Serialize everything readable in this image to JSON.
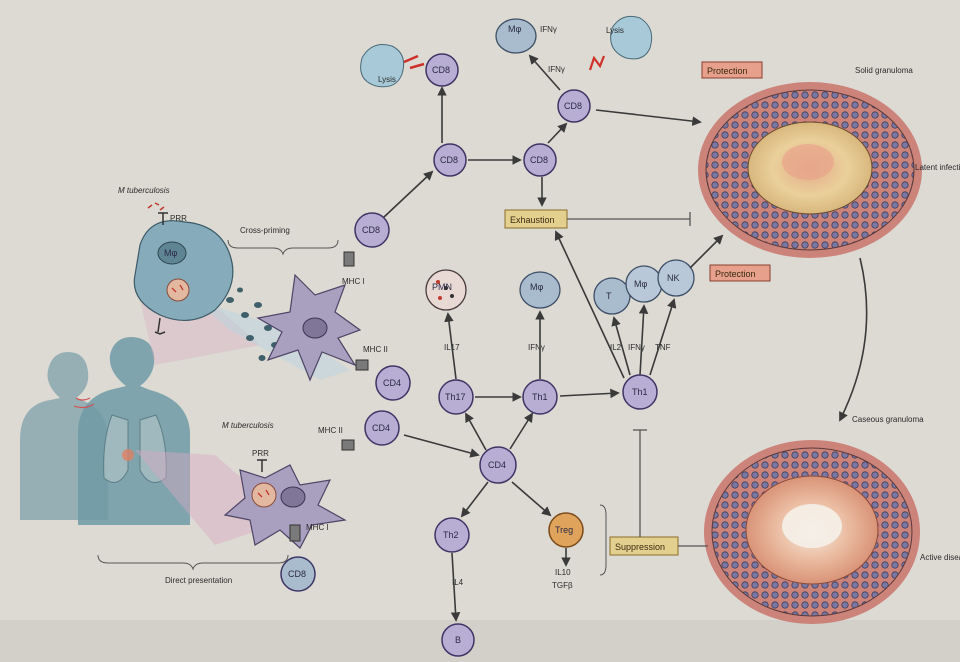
{
  "colors": {
    "background": "#dcdad3",
    "cell_purple": "#b8aed3",
    "cell_blue": "#a9bccd",
    "macrophage": "#86acbc",
    "dendritic": "#a99fbf",
    "protection_box": "#e6a08b",
    "exhaustion_box": "#e3cf8e",
    "treg": "#e0a35c",
    "granuloma_outer": "#c9736a",
    "granuloma_core": "#e8c98c",
    "arrow": "#3a3a3a"
  },
  "labels": {
    "m_tb_top": "M tuberculosis",
    "m_tb_bottom": "M tuberculosis",
    "prr_top": "PRR",
    "prr_bottom": "PRR",
    "cross_priming": "Cross-priming",
    "direct_presentation": "Direct presentation",
    "mhc_i_top": "MHC I",
    "mhc_ii_top": "MHC II",
    "mhc_ii_mid": "MHC II",
    "mhc_i_bottom": "MHC I",
    "lysis_left": "Lysis",
    "lysis_right": "Lysis",
    "ifn_top": "IFNγ",
    "ifn_top2": "IFNγ",
    "il17": "IL17",
    "ifn_mid": "IFNγ",
    "il2": "IL2",
    "ifn_right": "IFNγ",
    "tnf": "TNF",
    "il4": "IL4",
    "il10": "IL10",
    "tgfb": "TGFβ",
    "exhaustion": "Exhaustion",
    "suppression": "Suppression",
    "protection_top": "Protection",
    "protection_mid": "Protection",
    "solid_granuloma": "Solid granuloma",
    "latent_infection": "Latent infection",
    "caseous_granuloma": "Caseous granuloma",
    "active_disease": "Active disease"
  },
  "cells": {
    "cd8_top": "CD8",
    "cd8_bottom": "CD8",
    "cd4_a": "CD4",
    "cd4_b": "CD4",
    "cd4_center": "CD4",
    "ctl_left": "CD8",
    "cd8_mid": "CD8",
    "cd8_right": "CD8",
    "cd8_effector": "CD8",
    "mph_top": "Mφ",
    "mph_mid": "Mφ",
    "mph_cluster": "Mφ",
    "mph_main": "Mφ",
    "t_cluster": "T",
    "nk_cluster": "NK",
    "th17": "Th17",
    "th1": "Th1",
    "th1_mem": "Th1",
    "th2": "Th2",
    "treg": "Treg",
    "b_cell": "B",
    "neutrophil": "PMN"
  }
}
